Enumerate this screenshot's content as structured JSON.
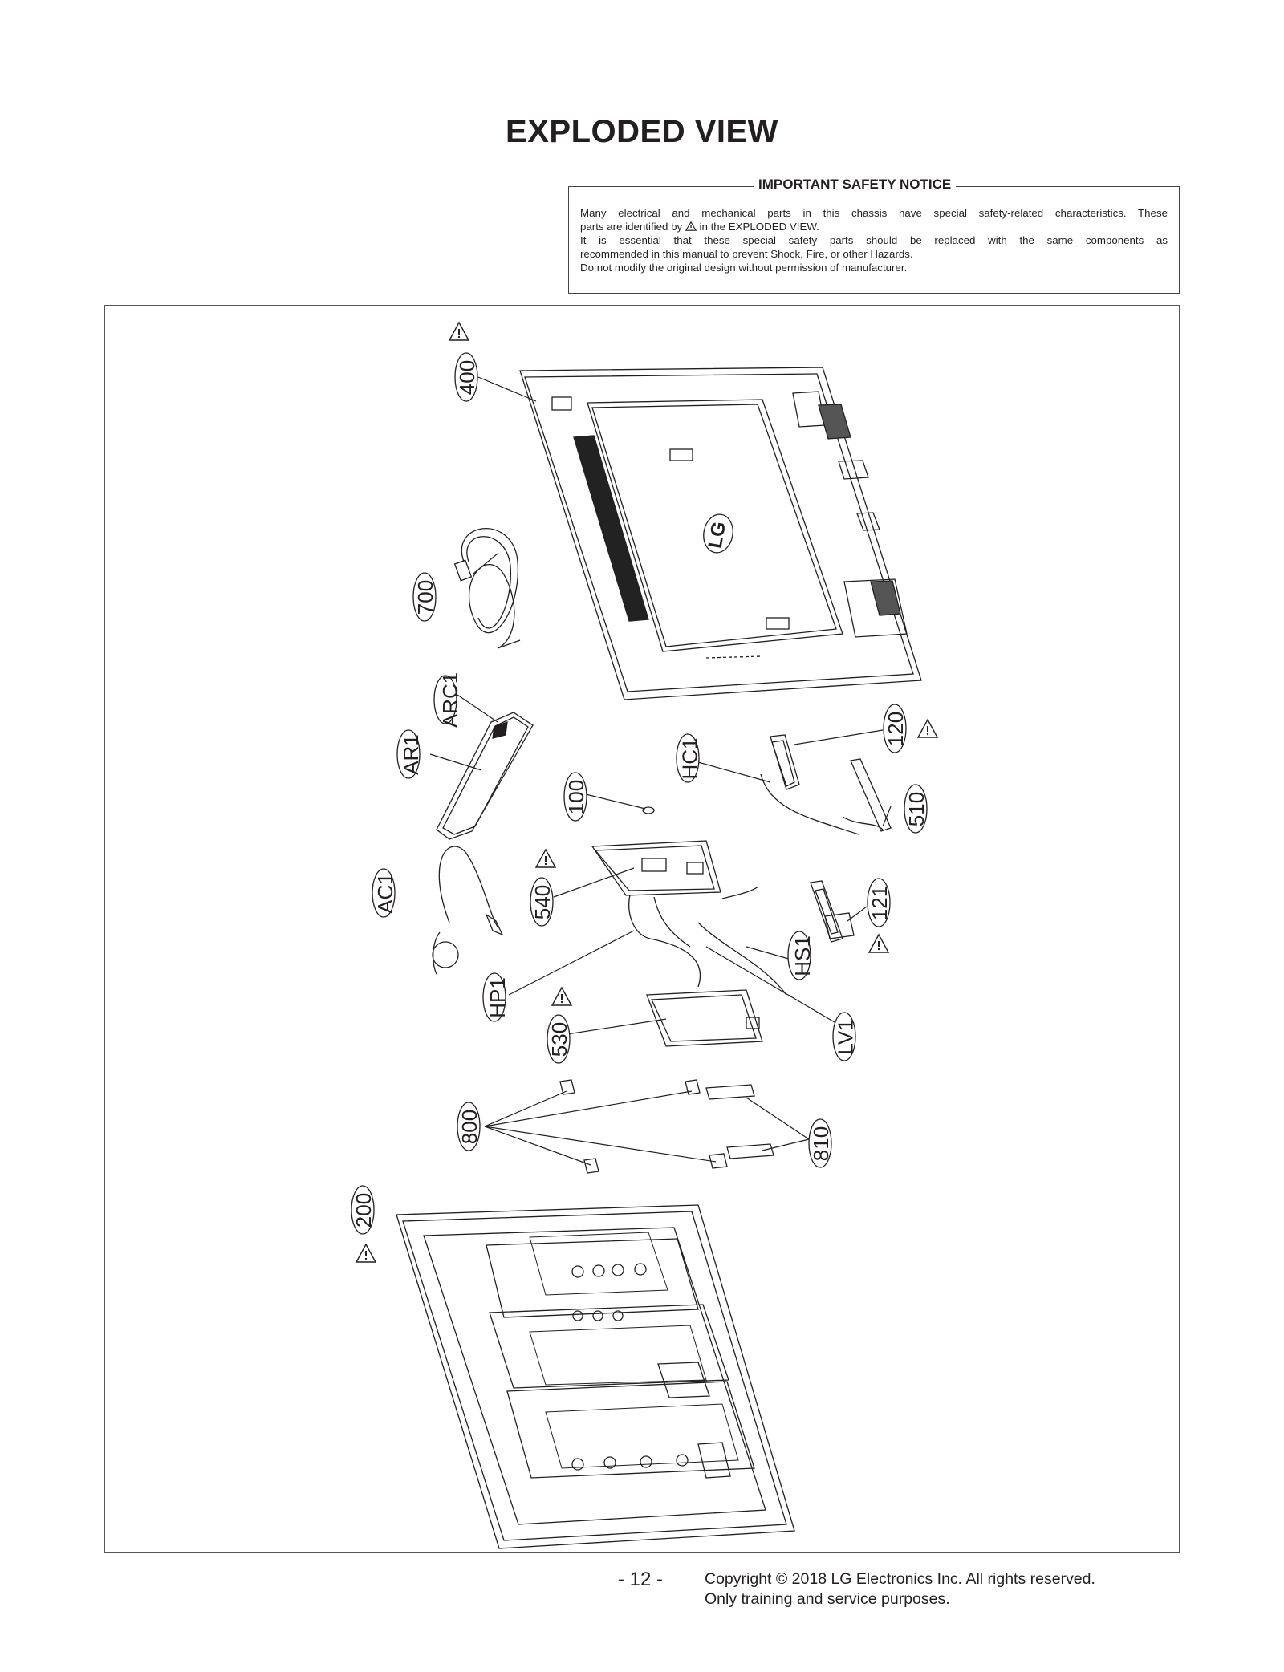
{
  "title": "EXPLODED VIEW",
  "notice": {
    "heading": "IMPORTANT SAFETY NOTICE",
    "line1": "Many electrical and mechanical parts in this chassis have special safety-related characteristics. These",
    "line2_before": "parts are identified by",
    "line2_after": "in the EXPLODED VIEW.",
    "line3": "It is essential that these special safety parts should be replaced with the same components as",
    "line4": "recommended in this manual to prevent Shock, Fire, or other Hazards.",
    "line5": "Do not modify the original design without permission of manufacturer."
  },
  "callouts": {
    "p400": "400",
    "p700": "700",
    "pARC1": "ARC1",
    "pAR1": "AR1",
    "p100": "100",
    "pHC1": "HC1",
    "p120": "120",
    "p510": "510",
    "p540": "540",
    "pAC1": "AC1",
    "p121": "121",
    "pHS1": "HS1",
    "pHP1": "HP1",
    "p530": "530",
    "pLV1": "LV1",
    "p800": "800",
    "p810": "810",
    "p200": "200"
  },
  "panel_logo": "LG",
  "footer": {
    "page": "- 12 -",
    "copyright": "Copyright © 2018 LG Electronics Inc. All rights reserved.",
    "usage": "Only training and service purposes."
  }
}
